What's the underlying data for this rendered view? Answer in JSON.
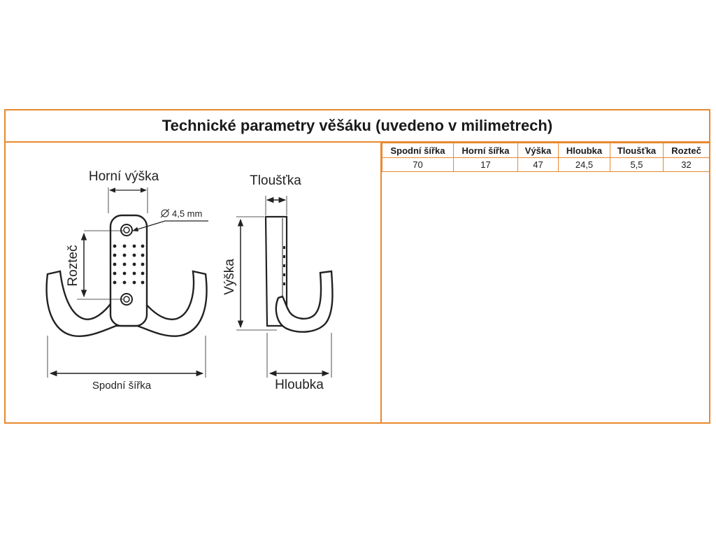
{
  "title": "Technické parametry věšáku (uvedeno v milimetrech)",
  "table": {
    "headers": [
      "Spodní šířka",
      "Horní šířka",
      "Výška",
      "Hloubka",
      "Tloušťka",
      "Rozteč"
    ],
    "values": [
      "70",
      "17",
      "47",
      "24,5",
      "5,5",
      "32"
    ]
  },
  "diagram": {
    "front": {
      "top_width_label": "Horní výška",
      "pitch_label": "Rozteč",
      "hole_label": "4,5 mm",
      "bottom_width_label": "Spodní šířka"
    },
    "side": {
      "thickness_label": "Tloušťka",
      "height_label": "Výška",
      "depth_label": "Hloubka"
    }
  },
  "colors": {
    "border": "#e8892e",
    "line": "#222222"
  }
}
